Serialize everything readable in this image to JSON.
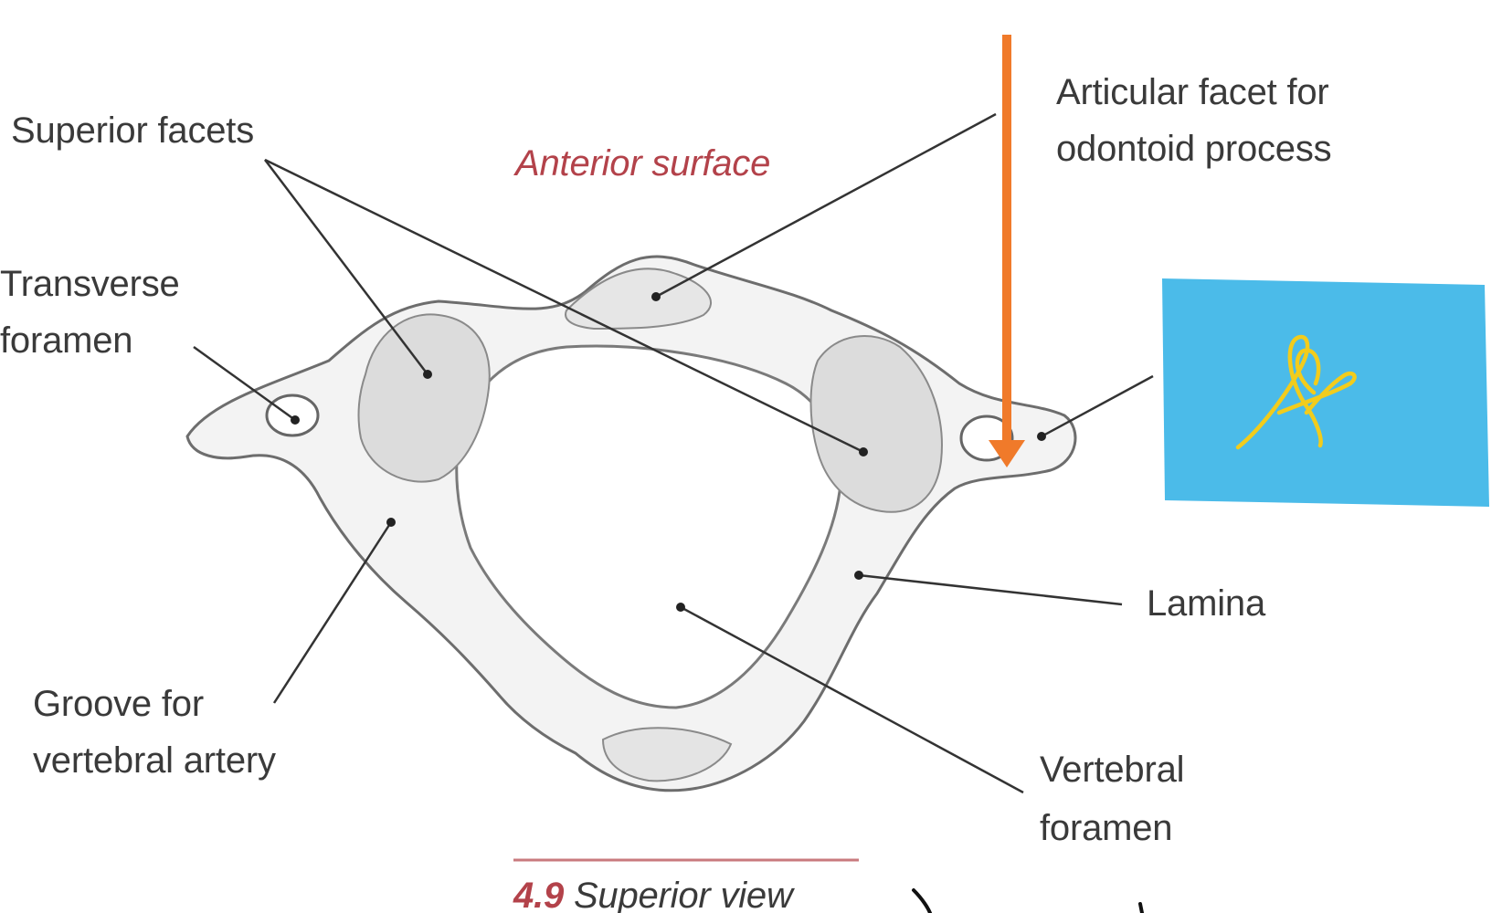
{
  "labels": {
    "superior_facets": "Superior facets",
    "anterior_surface": "Anterior surface",
    "articular_facet_line1": "Articular facet for",
    "articular_facet_line2": "odontoid process",
    "transverse_foramen_line1": "Transverse",
    "transverse_foramen_line2": "foramen",
    "lamina": "Lamina",
    "groove_line1": "Groove for",
    "groove_line2": "vertebral artery",
    "vertebral_foramen_line1": "Vertebral",
    "vertebral_foramen_line2": "foramen"
  },
  "caption": {
    "number": "4.9",
    "text": "Superior view"
  },
  "colors": {
    "label_text": "#3a3a3a",
    "accent_red": "#b3424a",
    "arrow_orange": "#f07a2a",
    "sticky_note_blue": "#4bbbe9",
    "signature_yellow": "#f2cc1c"
  }
}
